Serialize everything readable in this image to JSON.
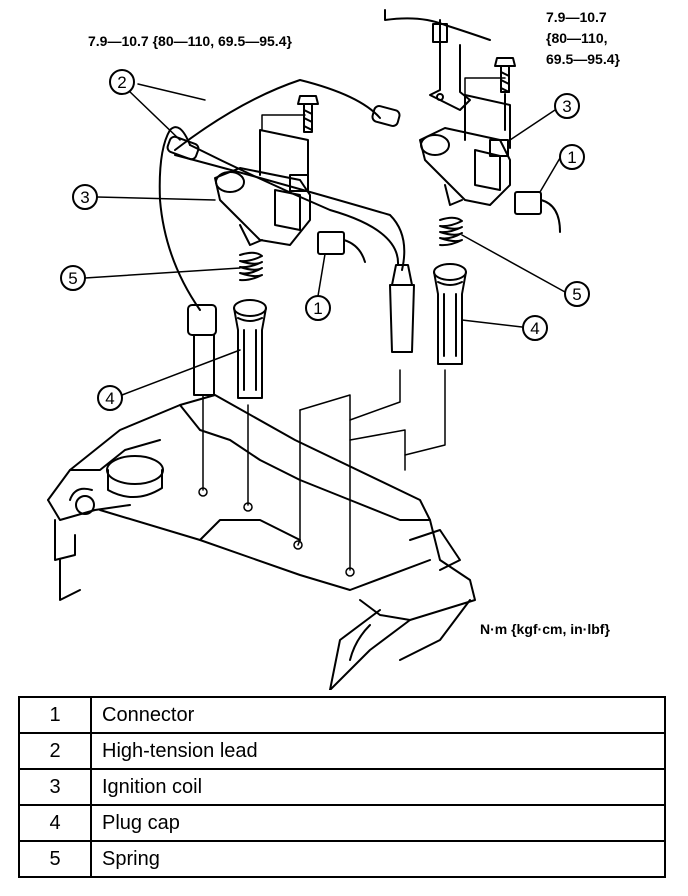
{
  "diagram": {
    "torque_left": "7.9—10.7 {80—110, 69.5—95.4}",
    "torque_right_line1": "7.9—10.7",
    "torque_right_line2": "{80—110,",
    "torque_right_line3": "69.5—95.4}",
    "unit_note": "N·m {kgf·cm, in·lbf}",
    "callouts": [
      "1",
      "2",
      "3",
      "4",
      "5"
    ]
  },
  "legend": [
    {
      "num": "1",
      "name": "Connector"
    },
    {
      "num": "2",
      "name": "High-tension lead"
    },
    {
      "num": "3",
      "name": "Ignition coil"
    },
    {
      "num": "4",
      "name": "Plug cap"
    },
    {
      "num": "5",
      "name": "Spring"
    }
  ]
}
